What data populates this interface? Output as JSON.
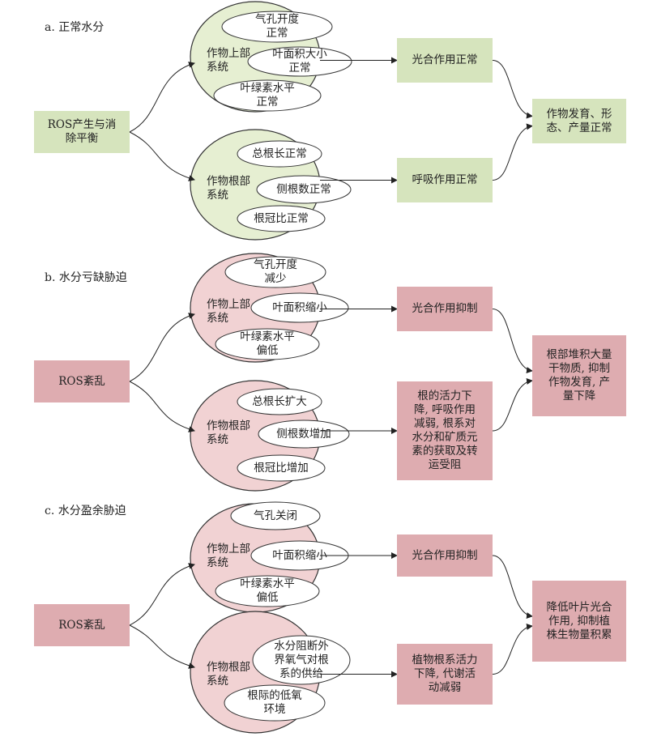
{
  "sections": [
    {
      "label": "a. 正常水分",
      "source": "ROS产生与消\n除平衡",
      "upper_group": "作物上部\n系统",
      "upper_items": [
        "气孔开度\n正常",
        "叶面积大小\n正常",
        "叶绿素水平\n正常"
      ],
      "root_group": "作物根部\n系统",
      "root_items": [
        "总根长正常",
        "侧根数正常",
        "根冠比正常"
      ],
      "upper_result": "光合作用正常",
      "root_result": "呼吸作用正常",
      "final": "作物发育、形\n态、产量正常"
    },
    {
      "label": "b. 水分亏缺胁迫",
      "source": "ROS紊乱",
      "upper_group": "作物上部\n系统",
      "upper_items": [
        "气孔开度\n减少",
        "叶面积缩小",
        "叶绿素水平\n偏低"
      ],
      "root_group": "作物根部\n系统",
      "root_items": [
        "总根长扩大",
        "侧根数增加",
        "根冠比增加"
      ],
      "upper_result": "光合作用抑制",
      "root_result": "根的活力下\n降, 呼吸作用\n减弱, 根系对\n水分和矿质元\n素的获取及转\n运受阻",
      "final": "根部堆积大量\n干物质, 抑制\n作物发育, 产\n量下降"
    },
    {
      "label": "c. 水分盈余胁迫",
      "source": "ROS紊乱",
      "upper_group": "作物上部\n系统",
      "upper_items": [
        "气孔关闭",
        "叶面积缩小",
        "叶绿素水平\n偏低"
      ],
      "root_group": "作物根部\n系统",
      "root_items": [
        "水分阻断外\n界氧气对根\n系的供给",
        "根际的低氧\n环境"
      ],
      "upper_result": "光合作用抑制",
      "root_result": "植物根系活力\n下降, 代谢活\n动减弱",
      "final": "降低叶片光合\n作用, 抑制植\n株生物量积累"
    }
  ],
  "colors": {
    "normal_fill": "#d6e4bd",
    "stress_fill": "#deacb0",
    "normal_ellipse": "#e6efd2",
    "stress_ellipse": "#f1d2d3",
    "stroke": "#333333"
  }
}
